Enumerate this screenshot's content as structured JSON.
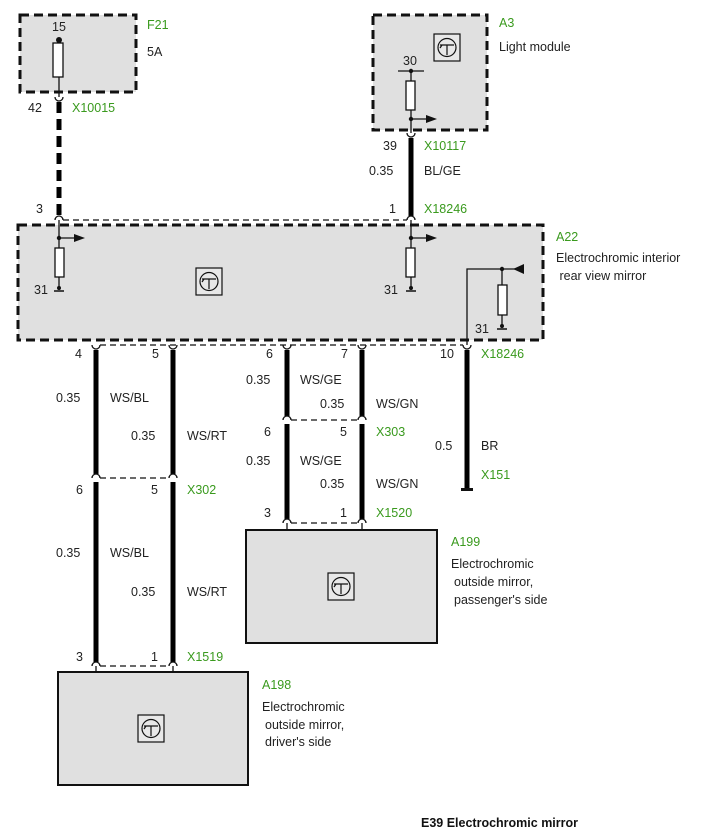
{
  "title": "E39 Electrochromic mirror",
  "components": {
    "f21": {
      "id": "F21",
      "rating": "5A",
      "pin": "15"
    },
    "a3": {
      "id": "A3",
      "name": "Light module",
      "pin": "30"
    },
    "a22": {
      "id": "A22",
      "name_line1": "Electrochromic interior",
      "name_line2": " rear view mirror",
      "ground_left": "31",
      "ground_mid": "31",
      "ground_right": "31"
    },
    "a199": {
      "id": "A199",
      "name_line1": "Electrochromic",
      "name_line2": "outside mirror,",
      "name_line3": "passenger's side"
    },
    "a198": {
      "id": "A198",
      "name_line1": "Electrochromic",
      "name_line2": "outside mirror,",
      "name_line3": "driver's side"
    }
  },
  "connectors": {
    "x10015": {
      "id": "X10015",
      "pin": "42"
    },
    "x10117": {
      "id": "X10117",
      "pin": "39"
    },
    "x18246_top": {
      "id": "X18246",
      "pin_left": "3",
      "pin_right": "1"
    },
    "x18246_bottom": {
      "id": "X18246",
      "pins": [
        "4",
        "5",
        "6",
        "7",
        "10"
      ]
    },
    "x302": {
      "id": "X302",
      "pin_a": "6",
      "pin_b": "5"
    },
    "x1519": {
      "id": "X1519",
      "pin_a": "3",
      "pin_b": "1"
    },
    "x303": {
      "id": "X303",
      "pin_a": "6",
      "pin_b": "5"
    },
    "x1520": {
      "id": "X1520",
      "pin_a": "3",
      "pin_b": "1"
    },
    "x151": {
      "id": "X151"
    }
  },
  "wires": {
    "a3_a22": {
      "size": "0.35",
      "color": "BL/GE"
    },
    "ws_bl_1": {
      "size": "0.35",
      "color": "WS/BL"
    },
    "ws_rt_1": {
      "size": "0.35",
      "color": "WS/RT"
    },
    "ws_bl_2": {
      "size": "0.35",
      "color": "WS/BL"
    },
    "ws_rt_2": {
      "size": "0.35",
      "color": "WS/RT"
    },
    "ws_ge_1": {
      "size": "0.35",
      "color": "WS/GE"
    },
    "ws_gn_1": {
      "size": "0.35",
      "color": "WS/GN"
    },
    "ws_ge_2": {
      "size": "0.35",
      "color": "WS/GE"
    },
    "ws_gn_2": {
      "size": "0.35",
      "color": "WS/GN"
    },
    "br": {
      "size": "0.5",
      "color": "BR"
    }
  }
}
